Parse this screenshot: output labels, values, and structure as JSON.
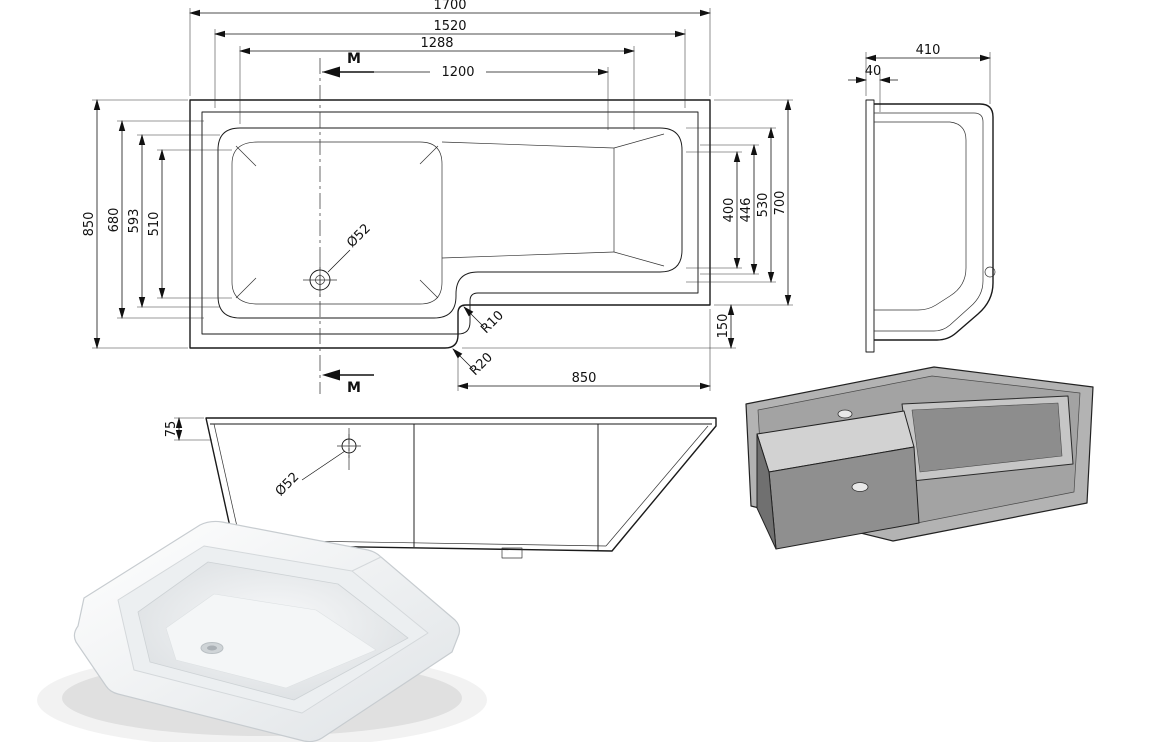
{
  "drawing": {
    "plan": {
      "dim_1700": "1700",
      "dim_1520": "1520",
      "dim_1288": "1288",
      "dim_1200": "1200",
      "dim_850_left": "850",
      "dim_680": "680",
      "dim_593": "593",
      "dim_510": "510",
      "dim_400": "400",
      "dim_446": "446",
      "dim_530": "530",
      "dim_700": "700",
      "dim_150": "150",
      "dim_850_bottom": "850",
      "drain_diameter": "Ø52",
      "radius_r10": "R10",
      "radius_r20": "R20",
      "section_mark_top": "M",
      "section_mark_bottom": "M"
    },
    "end_view": {
      "dim_410": "410",
      "dim_40": "40"
    },
    "front_view": {
      "dim_75": "75",
      "drain_diameter": "Ø52"
    }
  }
}
